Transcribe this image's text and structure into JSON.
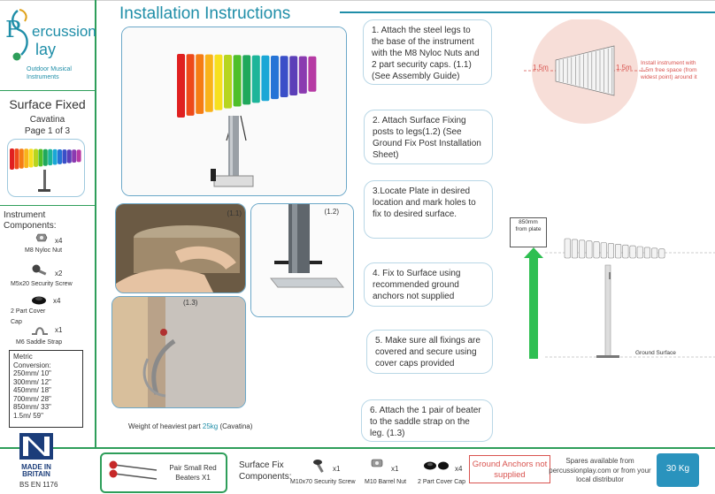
{
  "header": {
    "title": "Installation Instructions"
  },
  "brand": {
    "name_line1": "ercussion",
    "name_line2": "lay",
    "sub_line1": "Outdoor Musical",
    "sub_line2": "Instruments"
  },
  "product": {
    "mount": "Surface Fixed",
    "name": "Cavatina",
    "page": "Page 1 of 3"
  },
  "components": {
    "heading": "Instrument Components:",
    "items": [
      {
        "label": "M8  Nyloc  Nut",
        "qty": "x4",
        "icon": "nut-icon"
      },
      {
        "label": "M5x20 Security Screw",
        "qty": "x2",
        "icon": "screw-icon"
      },
      {
        "label": "2 Part Cover Cap",
        "qty": "x4",
        "icon": "cover-cap-icon"
      },
      {
        "label": "M6 Saddle Strap",
        "qty": "x1",
        "icon": "saddle-strap-icon"
      }
    ]
  },
  "metric": {
    "heading": "Metric Conversion:",
    "rows": [
      "250mm/ 10\"",
      "300mm/ 12\"",
      "450mm/ 18\"",
      "700mm/ 28\"",
      "850mm/ 33\"",
      "1.5m/ 59\""
    ]
  },
  "badge": {
    "line1": "MADE IN",
    "line2": "BRITAIN",
    "standard": "BS EN 1176"
  },
  "photos": {
    "p11": "(1.1)",
    "p12": "(1.2)",
    "p13": "(1.3)",
    "weight_prefix": "Weight of heaviest part ",
    "weight_value": "25kg",
    "weight_suffix": " (Cavatina)"
  },
  "steps": [
    {
      "text": "1. Attach the steel legs to the base of the instrument with the M8 Nyloc Nuts and 2 part security caps. (1.1) (See Assembly Guide)"
    },
    {
      "text": "2. Attach Surface Fixing posts to legs(1.2) (See Ground Fix Post Installation Sheet)"
    },
    {
      "text": "3.Locate Plate in desired location and mark holes to fix to desired surface."
    },
    {
      "text": "4. Fix to Surface using recommended ground anchors not supplied"
    },
    {
      "text": "5. Make sure all fixings are covered and secure using cover caps provided"
    },
    {
      "text": "6. Attach the 1 pair of beater to the saddle strap on the leg. (1.3)"
    }
  ],
  "diagram": {
    "left_dim": "1.5m",
    "right_dim": "1.5m",
    "note": "Install instrument with 1.5m free space (from widest point) around it",
    "height_label": "850mm from plate",
    "ground": "Ground Surface"
  },
  "footer": {
    "beaters_label": "Pair Small Red Beaters X1",
    "fix_heading": "Surface Fix Components:",
    "fix_items": [
      {
        "label": "M10x70 Security Screw",
        "qty": "x1",
        "icon": "security-screw-icon"
      },
      {
        "label": "M10 Barrel Nut",
        "qty": "x1",
        "icon": "barrel-nut-icon"
      },
      {
        "label": "2 Part Cover Cap",
        "qty": "x4",
        "icon": "cover-cap-icon"
      }
    ],
    "anchors_note": "Ground Anchors not supplied",
    "spares": "Spares available from percussionplay.com or from your local distributor",
    "weight_total": "30 Kg"
  },
  "colors": {
    "accent": "#1f8ea8",
    "brand_green": "#2e9e5a",
    "warning_red": "#d9534f",
    "bar_colors": [
      "#e02020",
      "#ee4a1a",
      "#f57d14",
      "#f9b31a",
      "#f7e01f",
      "#b7d51f",
      "#4fbf2a",
      "#20a85c",
      "#1db59a",
      "#1aa7d6",
      "#2674d6",
      "#3a4fc8",
      "#5b3fb8",
      "#8a3ab0",
      "#b63aa4"
    ]
  }
}
